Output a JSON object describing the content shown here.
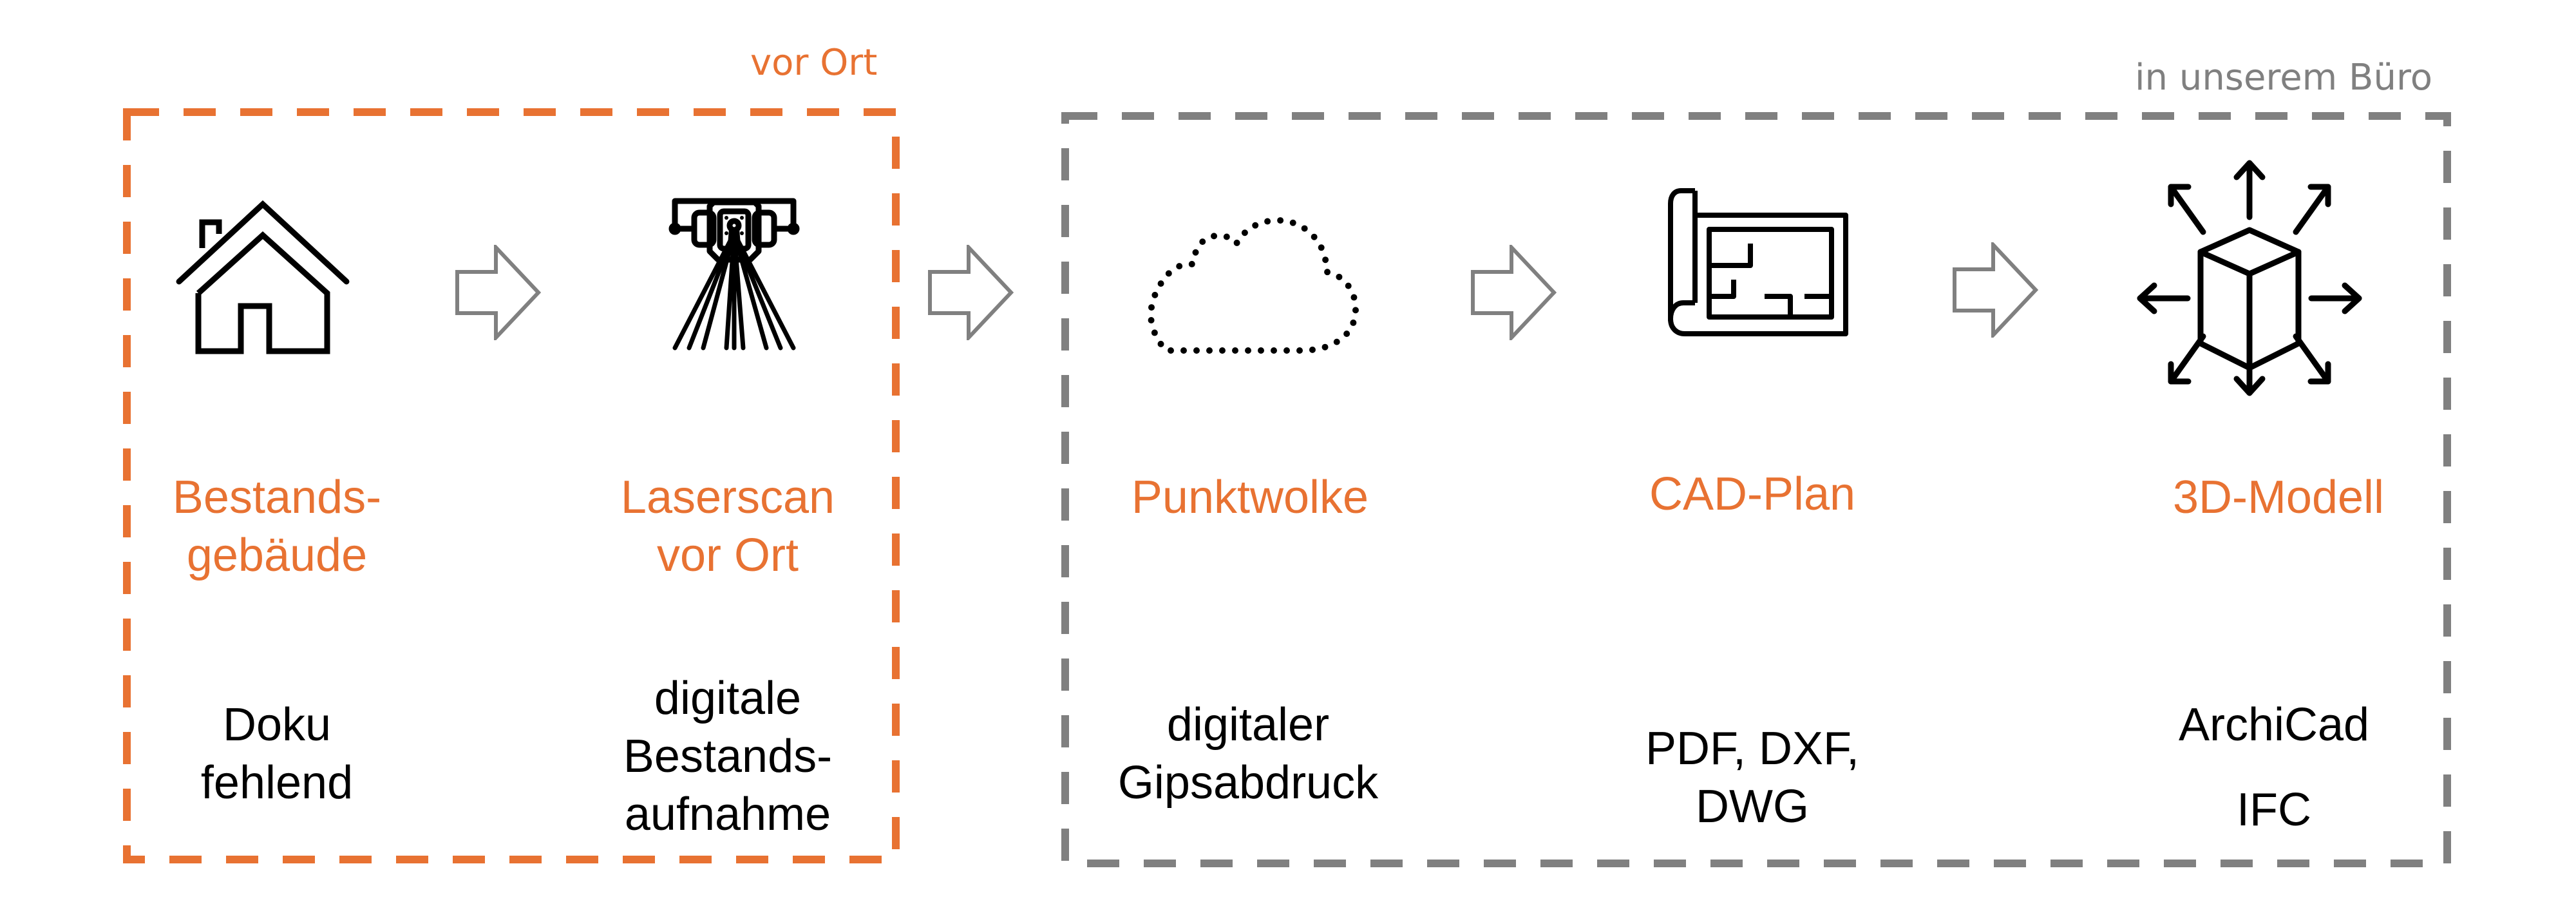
{
  "colors": {
    "onsite_accent": "#E87232",
    "office_accent": "#808080",
    "icon": "#000000",
    "flow_arrow": "#808080"
  },
  "zones": {
    "onsite": {
      "label": "vor Ort",
      "border_style": "dashed",
      "color": "#E87232"
    },
    "office": {
      "label": "in unserem Büro",
      "border_style": "dashed",
      "color": "#808080"
    }
  },
  "steps": [
    {
      "id": "bestandsgebaeude",
      "zone": "onsite",
      "icon": "house-icon",
      "title_lines": [
        "Bestands-",
        "gebäude"
      ],
      "desc_lines": [
        "Doku",
        "fehlend"
      ]
    },
    {
      "id": "laserscan",
      "zone": "onsite",
      "icon": "laser-scanner-icon",
      "title_lines": [
        "Laserscan",
        "vor Ort"
      ],
      "desc_lines": [
        "digitale",
        "Bestands-",
        "aufnahme"
      ]
    },
    {
      "id": "punktwolke",
      "zone": "office",
      "icon": "point-cloud-icon",
      "title_lines": [
        "Punktwolke"
      ],
      "desc_lines": [
        "digitaler",
        "Gipsabdruck"
      ]
    },
    {
      "id": "cad-plan",
      "zone": "office",
      "icon": "floor-plan-icon",
      "title_lines": [
        "CAD-Plan"
      ],
      "desc_lines": [
        "PDF, DXF,",
        "DWG"
      ]
    },
    {
      "id": "3d-modell",
      "zone": "office",
      "icon": "3d-cube-expand-icon",
      "title_lines": [
        "3D-Modell"
      ],
      "desc_lines": [
        "ArchiCad",
        "IFC"
      ]
    }
  ],
  "flow": [
    {
      "from": "bestandsgebaeude",
      "to": "laserscan",
      "icon": "right-arrow-outline-icon"
    },
    {
      "from": "laserscan",
      "to": "punktwolke",
      "icon": "right-arrow-outline-icon"
    },
    {
      "from": "punktwolke",
      "to": "cad-plan",
      "icon": "right-arrow-outline-icon"
    },
    {
      "from": "cad-plan",
      "to": "3d-modell",
      "icon": "right-arrow-outline-icon"
    }
  ]
}
